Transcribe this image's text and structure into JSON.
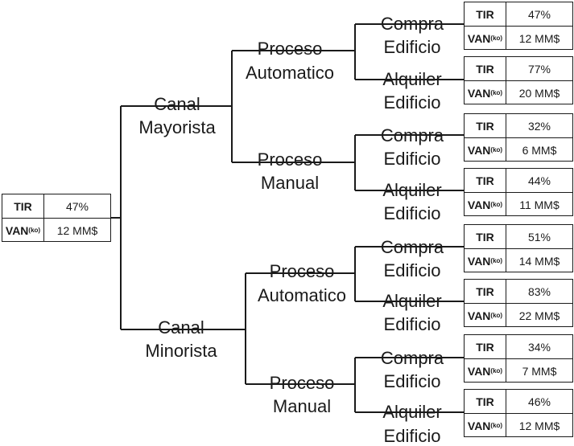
{
  "metric_labels": {
    "tir": "TIR",
    "van": "VAN",
    "van_sub": "(ko)"
  },
  "root": {
    "tir": "47%",
    "van": "12 MM$"
  },
  "channels": [
    {
      "label_line1": "Canal",
      "label_line2": "Mayorista",
      "processes": [
        {
          "label_line1": "Proceso",
          "label_line2": "Automatico",
          "options": [
            {
              "label_line1": "Compra",
              "label_line2": "Edificio",
              "tir": "47%",
              "van": "12 MM$"
            },
            {
              "label_line1": "Alquiler",
              "label_line2": "Edificio",
              "tir": "77%",
              "van": "20 MM$"
            }
          ]
        },
        {
          "label_line1": "Proceso",
          "label_line2": "Manual",
          "options": [
            {
              "label_line1": "Compra",
              "label_line2": "Edificio",
              "tir": "32%",
              "van": "6 MM$"
            },
            {
              "label_line1": "Alquiler",
              "label_line2": "Edificio",
              "tir": "44%",
              "van": "11 MM$"
            }
          ]
        }
      ]
    },
    {
      "label_line1": "Canal",
      "label_line2": "Minorista",
      "processes": [
        {
          "label_line1": "Proceso",
          "label_line2": "Automatico",
          "options": [
            {
              "label_line1": "Compra",
              "label_line2": "Edificio",
              "tir": "51%",
              "van": "14 MM$"
            },
            {
              "label_line1": "Alquiler",
              "label_line2": "Edificio",
              "tir": "83%",
              "van": "22 MM$"
            }
          ]
        },
        {
          "label_line1": "Proceso",
          "label_line2": "Manual",
          "options": [
            {
              "label_line1": "Compra",
              "label_line2": "Edificio",
              "tir": "34%",
              "van": "7 MM$"
            },
            {
              "label_line1": "Alquiler",
              "label_line2": "Edificio",
              "tir": "46%",
              "van": "12 MM$"
            }
          ]
        }
      ]
    }
  ]
}
